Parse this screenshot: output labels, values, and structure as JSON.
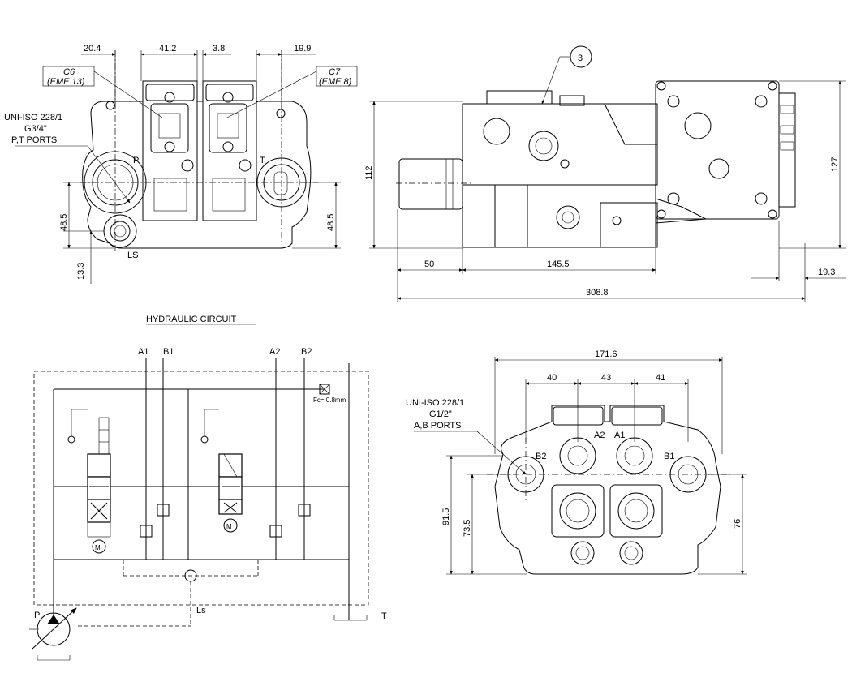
{
  "front_view": {
    "dims_top": [
      "20.4",
      "41.2",
      "3.8",
      "19.9"
    ],
    "callout_c6": "C6",
    "callout_c6_sub": "(EME 13)",
    "callout_c7": "C7",
    "callout_c7_sub": "(EME 8)",
    "port_note_line1": "UNI-ISO 228/1",
    "port_note_line2": "G3/4\"",
    "port_note_line3": "P,T PORTS",
    "label_p": "P",
    "label_t": "T",
    "label_ls": "LS",
    "dim_left_48": "48.5",
    "dim_left_13": "13.3",
    "dim_right_48": "48.5"
  },
  "side_view": {
    "balloon": "3",
    "dim_height_left": "112",
    "dim_height_right": "127",
    "dim_50": "50",
    "dim_145": "145.5",
    "dim_19": "19.3",
    "dim_308": "308.8"
  },
  "circuit": {
    "title": "HYDRAULIC CIRCUIT",
    "a1": "A1",
    "b1": "B1",
    "a2": "A2",
    "b2": "B2",
    "orifice": "Fc= 0.8mm",
    "p": "P",
    "t": "T",
    "ls": "Ls",
    "motor": "M"
  },
  "bottom_view": {
    "dim_171": "171.6",
    "dim_40": "40",
    "dim_43": "43",
    "dim_41": "41",
    "port_note_line1": "UNI-ISO 228/1",
    "port_note_line2": "G1/2\"",
    "port_note_line3": "A,B PORTS",
    "label_a2": "A2",
    "label_a1": "A1",
    "label_b2": "B2",
    "label_b1": "B1",
    "dim_91": "91.5",
    "dim_73": "73.5",
    "dim_76": "76"
  }
}
